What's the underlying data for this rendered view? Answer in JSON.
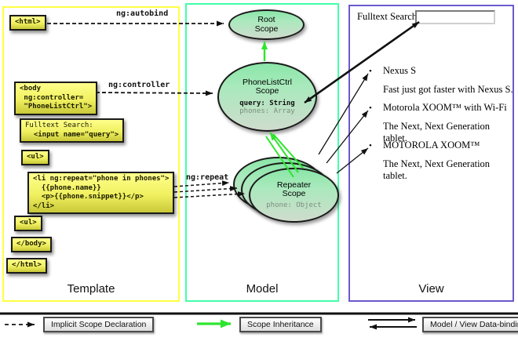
{
  "columns": {
    "template": "Template",
    "model": "Model",
    "view": "View"
  },
  "template": {
    "html_open": "<html>",
    "body_open": "<body\n ng:controller=\n \"PhoneListCtrl\">",
    "fulltext_line1": "Fulltext Search:",
    "fulltext_line2": "  <input name=\"query\">",
    "ul_open": "<ul>",
    "li_repeat": "<li ng:repeat=\"phone in phones\">\n  {{phone.name}}\n  <p>{{phone.snippet}}</p>\n</li>",
    "ul_close": "<ul>",
    "body_close": "</body>",
    "html_close": "</html>"
  },
  "labels": {
    "ng_autobind": "ng:autobind",
    "ng_controller": "ng:controller",
    "ng_repeat": "ng:repeat"
  },
  "model": {
    "root_scope": {
      "title": "Root\nScope"
    },
    "phonelist_scope": {
      "title": "PhoneListCtrl\nScope",
      "prop1": "query: String",
      "prop2": "phones: Array"
    },
    "repeater_scope": {
      "title": "Repeater\nScope",
      "prop1": "phone: Object"
    }
  },
  "view": {
    "search_label": "Fulltext Search:",
    "search_value": "",
    "bullet": "•",
    "items": [
      {
        "title": "Nexus S",
        "desc": "Fast just got faster with Nexus S."
      },
      {
        "title": "Motorola XOOM™ with Wi-Fi",
        "desc": "The Next, Next Generation tablet."
      },
      {
        "title": "MOTOROLA XOOM™",
        "desc": "The Next, Next Generation tablet."
      }
    ]
  },
  "legend": {
    "implicit": "Implicit Scope Declaration",
    "inheritance": "Scope Inheritance",
    "databinding": "Model / View Data-binding"
  },
  "colors": {
    "template_border": "#ffff44",
    "model_border": "#44ffaa",
    "view_border": "#6a5acd",
    "inheritance_green": "#2ee52e",
    "code_box_yellow": "#f0f060",
    "scope_green": "#8ae6a8"
  }
}
